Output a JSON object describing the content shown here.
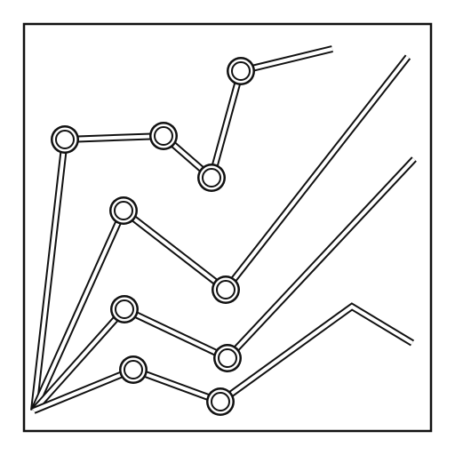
{
  "icon": {
    "name": "line-chart-icon",
    "style": "outline",
    "stroke_color": "#111111",
    "fill_color": "#ffffff",
    "series_count": 4,
    "markers_per_series": [
      4,
      2,
      2,
      2
    ]
  }
}
